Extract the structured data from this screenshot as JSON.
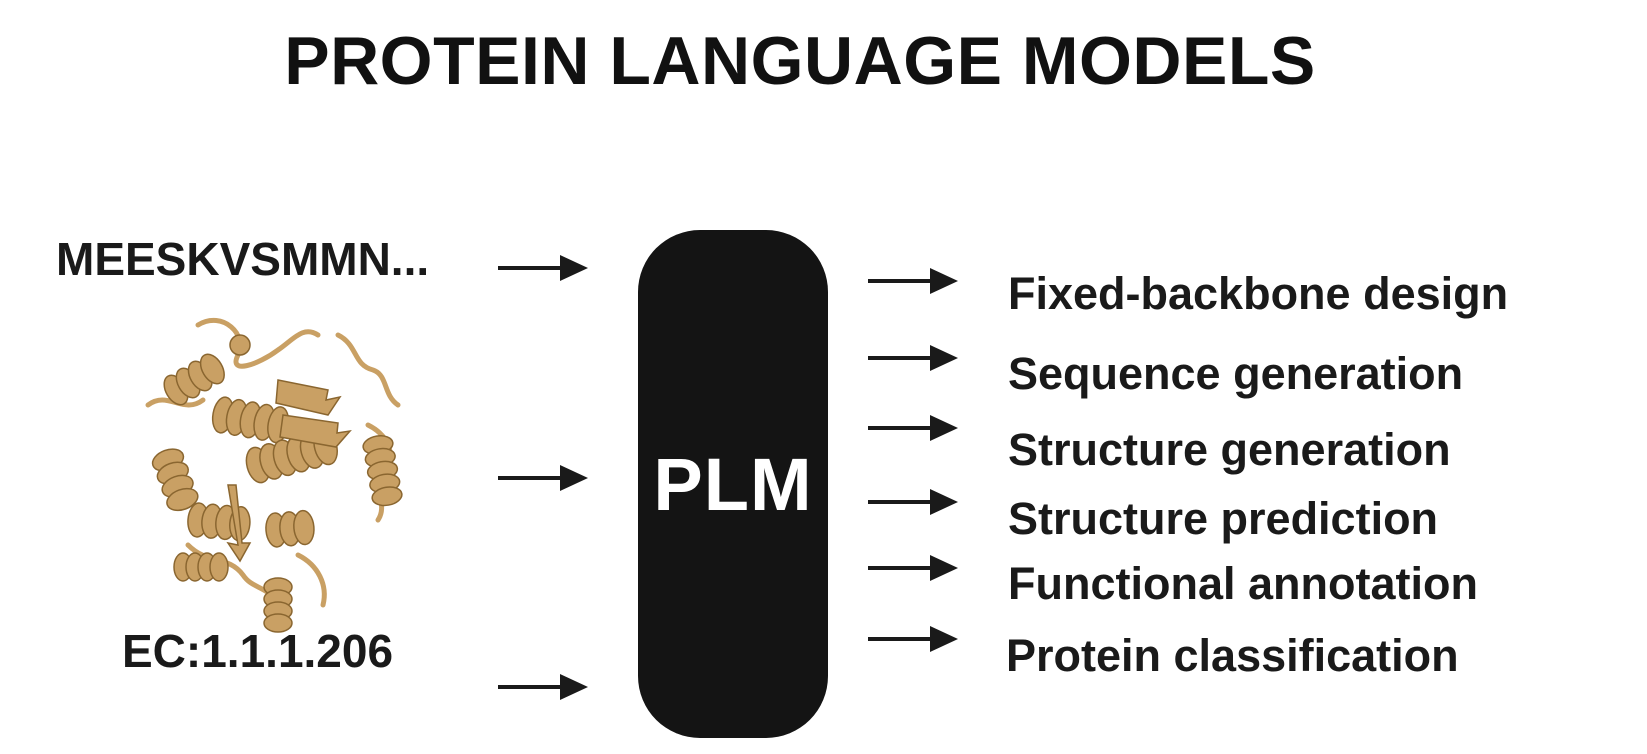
{
  "title": "PROTEIN LANGUAGE MODELS",
  "inputs": {
    "sequence": "MEESKVSMMN...",
    "structure_icon": "protein-ribbon-structure",
    "ec_number": "EC:1.1.1.206"
  },
  "model": {
    "label": "PLM"
  },
  "outputs": [
    {
      "label": "Fixed-backbone design"
    },
    {
      "label": "Sequence generation"
    },
    {
      "label": "Structure generation"
    },
    {
      "label": "Structure prediction"
    },
    {
      "label": "Functional annotation"
    },
    {
      "label": "Protein classification"
    }
  ],
  "colors": {
    "model_fill": "#141414",
    "text": "#1a1a1a",
    "structure_color": "#c9a064"
  }
}
